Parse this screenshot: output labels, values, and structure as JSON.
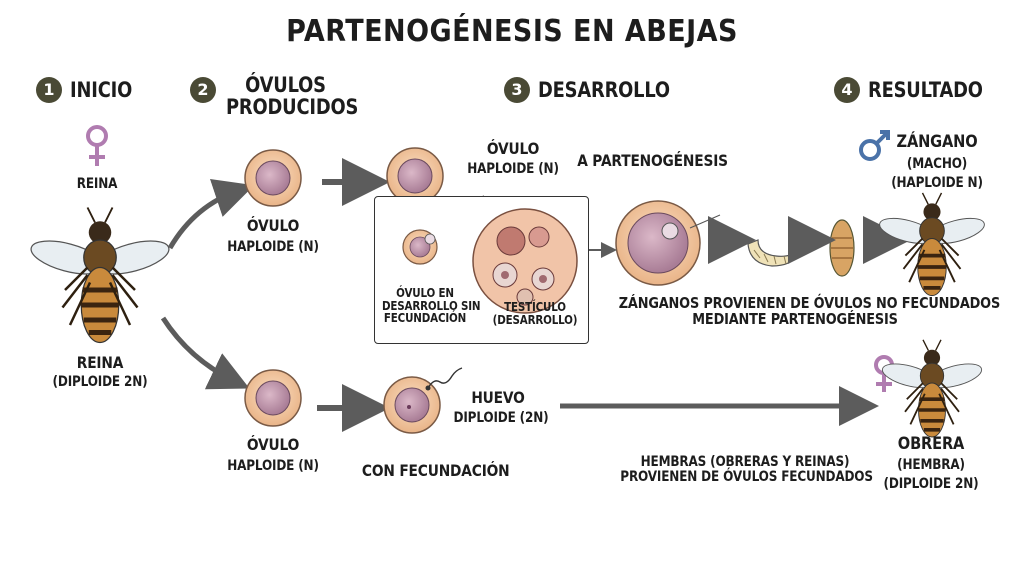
{
  "title": "PARTENOGÉNESIS EN ABEJAS",
  "steps": [
    {
      "num": "1",
      "label": "INICIO"
    },
    {
      "num": "2",
      "label_line1": "ÓVULOS",
      "label_line2": "PRODUCIDOS"
    },
    {
      "num": "3",
      "label": "DESARROLLO"
    },
    {
      "num": "4",
      "label": "RESULTADO"
    }
  ],
  "queen": {
    "symbol_label": "REINA",
    "label": "REINA",
    "ploidy": "(DIPLOIDE 2N)"
  },
  "top_branch": {
    "ovule_label": "ÓVULO",
    "ovule_ploidy": "HAPLOIDE (N)",
    "haploid_ovule_line1": "ÓVULO",
    "haploid_ovule_line2": "HAPLOIDE (N)",
    "process": "A PARTENOGÉNESIS",
    "inset_left_line1": "ÓVULO EN",
    "inset_left_line2": "DESARROLLO SIN",
    "inset_left_line3": "FECUNDACIÓN",
    "inset_right_line1": "TESTÍCULO",
    "inset_right_line2": "(DESARROLLO)",
    "note_line1": "ZÁNGANOS PROVIENEN DE ÓVULOS NO FECUNDADOS",
    "note_line2": "MEDIANTE PARTENOGÉNESIS"
  },
  "drone": {
    "name": "ZÁNGANO",
    "sex": "(MACHO)",
    "ploidy": "(HAPLOIDE N)"
  },
  "bottom_branch": {
    "ovule_label": "ÓVULO",
    "ovule_ploidy": "HAPLOIDE (N)",
    "egg_line1": "HUEVO",
    "egg_line2": "DIPLOIDE (2N)",
    "fertilization": "CON FECUNDACIÓN",
    "note_line1": "HEMBRAS (OBRERAS Y REINAS)",
    "note_line2": "PROVIENEN DE ÓVULOS FECUNDADOS"
  },
  "worker": {
    "name": "OBRERA",
    "sex": "(HEMBRA)",
    "ploidy": "(DIPLOIDE 2N)"
  },
  "colors": {
    "female_symbol": "#b07cb0",
    "male_symbol": "#4a72a8",
    "cell_outer": "#f4c9a3",
    "cell_nucleus": "#c49ab0",
    "arrow": "#5c5c5c",
    "badge": "#4a4a35"
  }
}
